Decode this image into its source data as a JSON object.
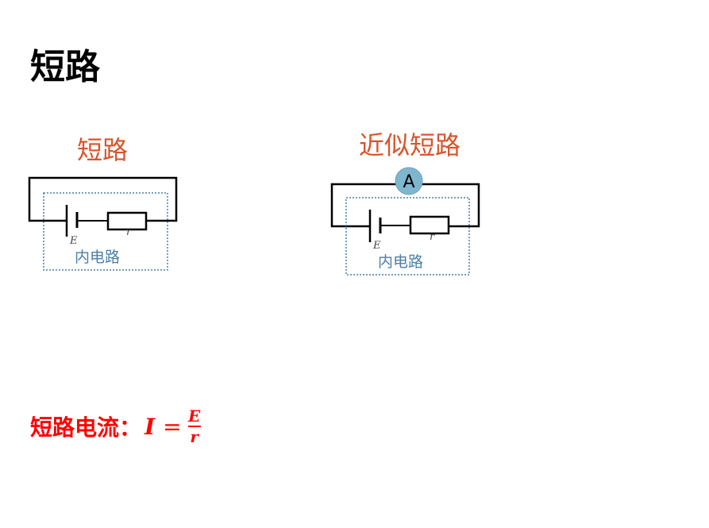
{
  "title": "短路",
  "diagram_left": {
    "title": "短路",
    "emf_label": "E",
    "resistance_label": "r",
    "inner_label": "内电路"
  },
  "diagram_right": {
    "title": "近似短路",
    "ammeter_label": "A",
    "emf_label": "E",
    "resistance_label": "r",
    "inner_label": "内电路"
  },
  "formula": {
    "label": "短路电流：",
    "lhs": "I",
    "eq": "=",
    "numerator": "E",
    "denominator": "r"
  },
  "colors": {
    "subtitle": "#d9542b",
    "inner": "#4a7fa8",
    "formula": "#ff0000",
    "ammeter": "#7fb6cf"
  }
}
